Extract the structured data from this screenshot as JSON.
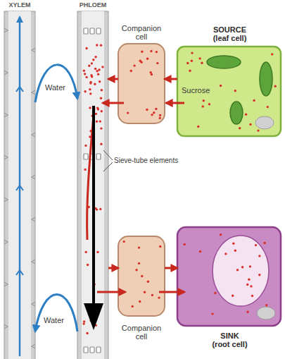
{
  "diagram": {
    "nodes": [
      {
        "text": [
          "XYLEM"
        ]
      },
      {
        "text": [
          "PHLOEM"
        ]
      },
      {
        "text": [
          "Companion cell"
        ]
      },
      {
        "text": [
          "SOURCE (leaf cell)"
        ]
      },
      {
        "text": [
          "Companion cell"
        ]
      },
      {
        "text": [
          "SINK (root cell)"
        ]
      }
    ],
    "edges": [
      {
        "from": 0,
        "to": 1,
        "label": "Water",
        "arrow": "to"
      },
      {
        "from": 3,
        "to": 2,
        "label": "Sucrose",
        "arrow": "to"
      },
      {
        "from": 2,
        "to": 1,
        "arrow": "to"
      },
      {
        "from": 1,
        "to": 4,
        "arrow": "to"
      },
      {
        "from": 4,
        "to": 5,
        "arrow": "to"
      },
      {
        "from": 1,
        "to": 0,
        "label": "Water",
        "arrow": "to"
      }
    ],
    "labels": [
      "Sieve-tube elements"
    ]
  }
}
